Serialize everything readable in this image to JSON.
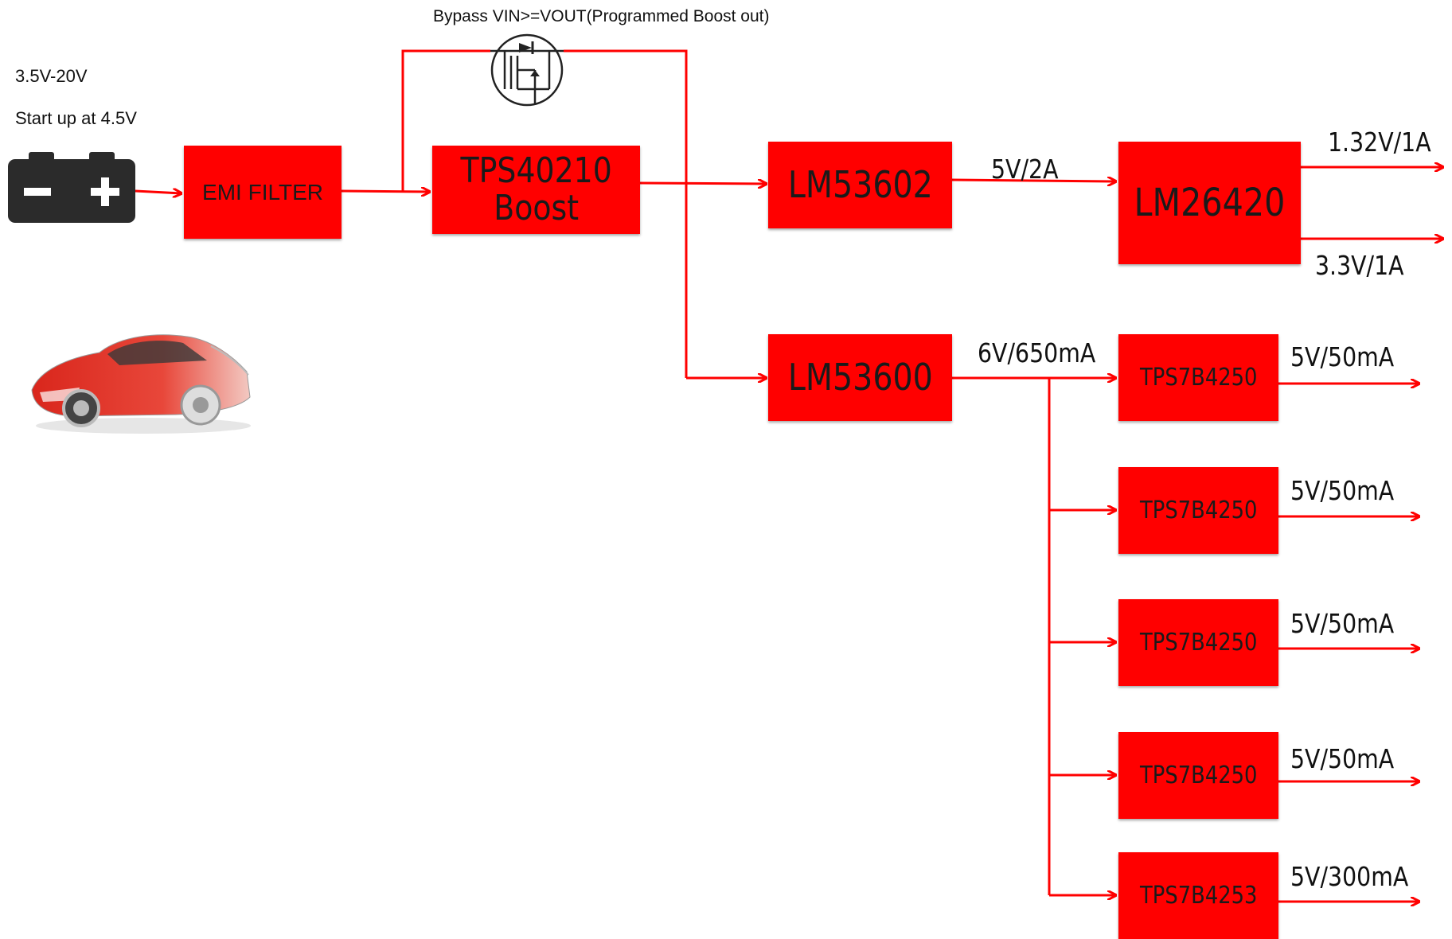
{
  "input": {
    "voltage_range": "3.5V-20V",
    "startup": "Start up at 4.5V"
  },
  "bypass_label": "Bypass VIN>=VOUT(Programmed Boost out)",
  "blocks": {
    "emi": "EMI FILTER",
    "boost_line1": "TPS40210",
    "boost_line2": "Boost",
    "lm53602": "LM53602",
    "lm53600": "LM53600",
    "lm26420": "LM26420",
    "ldo": [
      "TPS7B4250",
      "TPS7B4250",
      "TPS7B4250",
      "TPS7B4250",
      "TPS7B4253"
    ]
  },
  "rails": {
    "lm53602_out": "5V/2A",
    "lm53600_out": "6V/650mA",
    "lm26420_out1": "1.32V/1A",
    "lm26420_out2": "3.3V/1A",
    "ldo_out": [
      "5V/50mA",
      "5V/50mA",
      "5V/50mA",
      "5V/50mA",
      "5V/300mA"
    ]
  },
  "colors": {
    "block_fill": "#ff0000",
    "wire": "#ff0000",
    "battery": "#2b2b2b"
  },
  "icons": [
    "battery-icon",
    "mosfet-icon",
    "car-image"
  ]
}
